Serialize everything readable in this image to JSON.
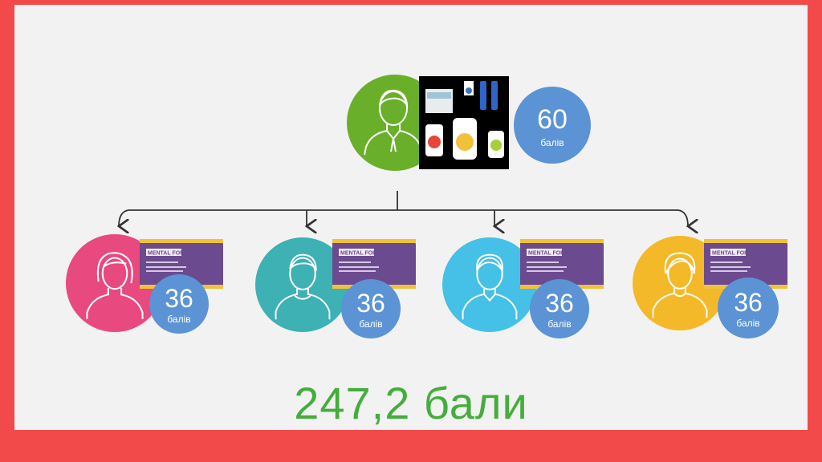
{
  "top": {
    "points": "60",
    "unit": "балів",
    "avatar_color": "#6aaf2a",
    "icon": "man-with-tie-icon"
  },
  "members": [
    {
      "points": "36",
      "unit": "балів",
      "avatar_color": "#e8497f",
      "icon": "woman-icon"
    },
    {
      "points": "36",
      "unit": "балів",
      "avatar_color": "#3db1b4",
      "icon": "man-icon"
    },
    {
      "points": "36",
      "unit": "балів",
      "avatar_color": "#45c0e6",
      "icon": "man-with-collar-icon"
    },
    {
      "points": "36",
      "unit": "балів",
      "avatar_color": "#f4b928",
      "icon": "woman-short-hair-icon"
    }
  ],
  "product": {
    "name": "MENTAL FORCE"
  },
  "total": "247,2 бали",
  "colors": {
    "badge": "#5b93d4",
    "total": "#45ad3c",
    "frame": "#f24a4a",
    "connector": "#333333"
  }
}
